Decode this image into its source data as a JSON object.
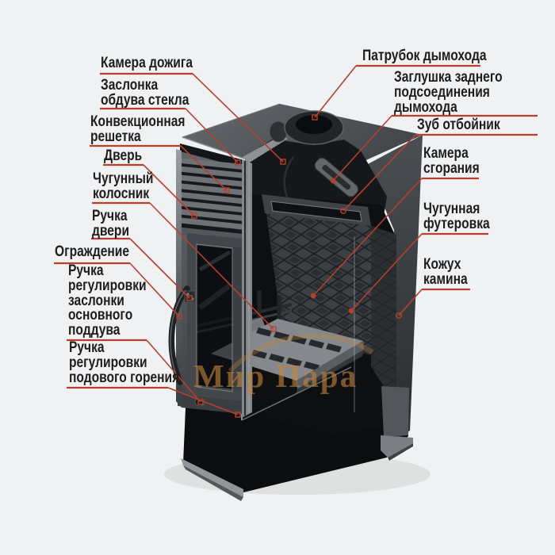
{
  "diagram": {
    "title_hint": "Cutaway diagram of a wood-burning fireplace stove with part callouts",
    "accent_color": "#b5402f",
    "background_color": "#f0f1f2",
    "watermark": {
      "text": "Мир Пара",
      "color": "#c1843e"
    },
    "labels": [
      {
        "id": "afterburn-chamber",
        "text": "Камера дожига"
      },
      {
        "id": "glass-airwash-damper",
        "text": "Заслонка\nобдува стекла"
      },
      {
        "id": "convection-grille",
        "text": "Конвекционная\nрешетка"
      },
      {
        "id": "door",
        "text": "Дверь"
      },
      {
        "id": "cast-iron-grate",
        "text": "Чугунный\nколосник"
      },
      {
        "id": "door-handle",
        "text": "Ручка\nдвери"
      },
      {
        "id": "guard",
        "text": "Ограждение"
      },
      {
        "id": "primary-air-damper-handle",
        "text": "Ручка\nрегулировки\nзаслонки\nосновного\nподдува"
      },
      {
        "id": "hearth-burning-handle",
        "text": "Ручка\nрегулировки\nподового горения"
      },
      {
        "id": "chimney-outlet",
        "text": "Патрубок дымохода"
      },
      {
        "id": "rear-chimney-plug",
        "text": "Заглушка заднего\nподсоединения\nдымохода"
      },
      {
        "id": "deflector-tooth",
        "text": "Зуб отбойник"
      },
      {
        "id": "combustion-chamber",
        "text": "Камера\nсгорания"
      },
      {
        "id": "cast-iron-lining",
        "text": "Чугунная\nфутеровка"
      },
      {
        "id": "fireplace-casing",
        "text": "Кожух\nкамина"
      }
    ]
  }
}
